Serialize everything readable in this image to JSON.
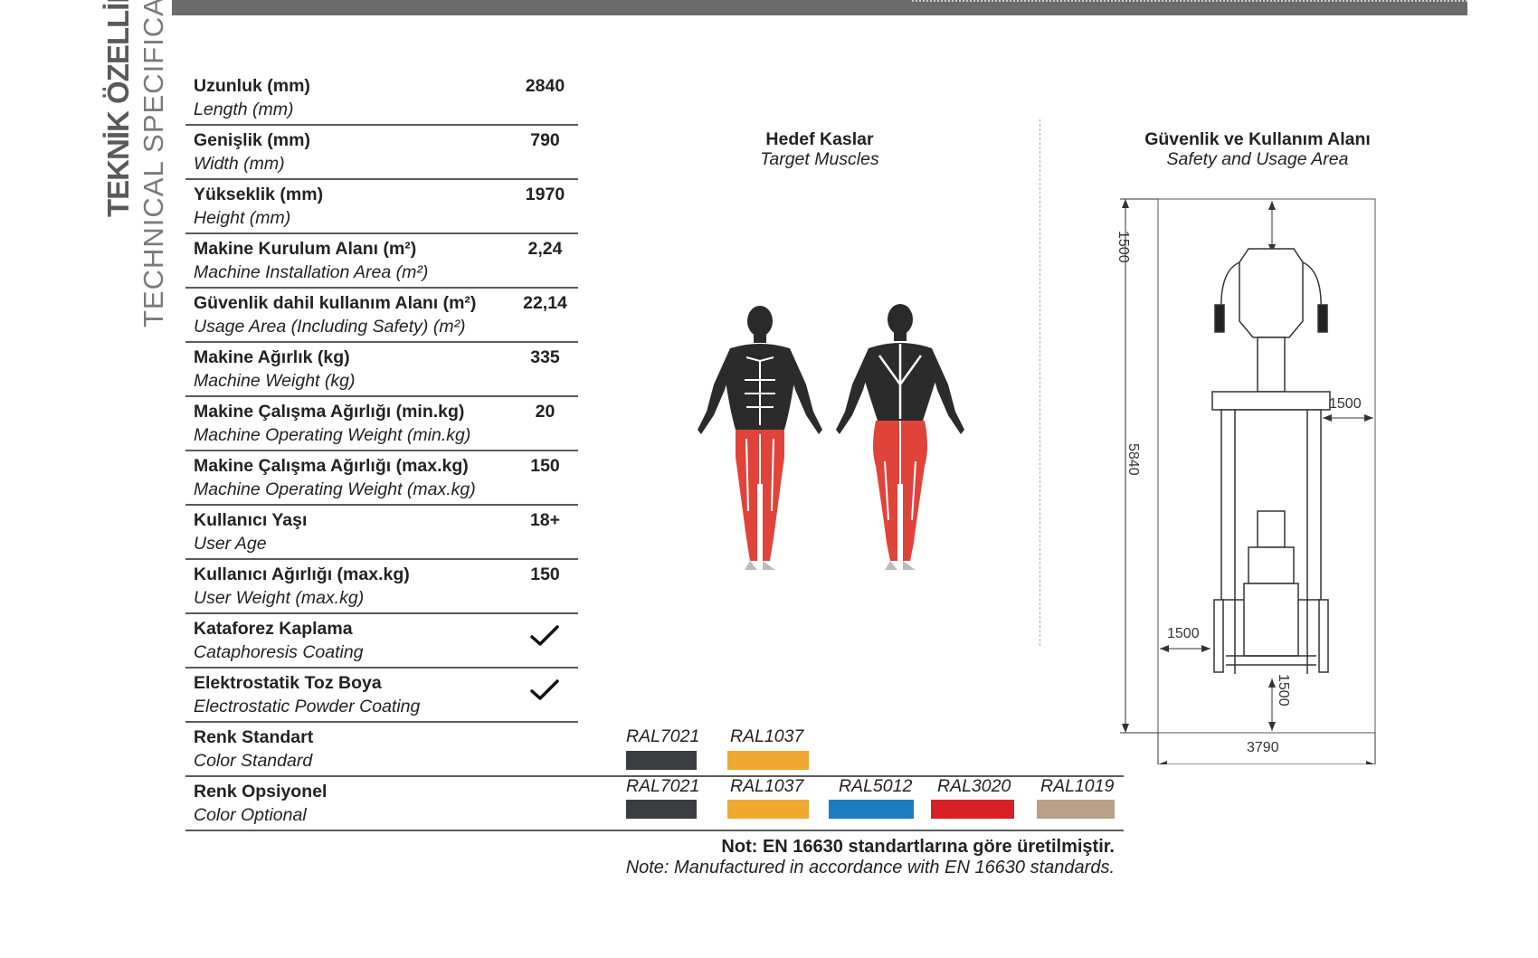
{
  "header": {
    "title_tr": "TEKNİK ÖZELLİKLER",
    "title_en": "TECHNICAL SPECIFICATIONS"
  },
  "specs": [
    {
      "tr": "Uzunluk (mm)",
      "en": "Length (mm)",
      "value": "2840"
    },
    {
      "tr": "Genişlik (mm)",
      "en": "Width (mm)",
      "value": "790"
    },
    {
      "tr": "Yükseklik (mm)",
      "en": "Height (mm)",
      "value": "1970"
    },
    {
      "tr": "Makine Kurulum Alanı (m²)",
      "en": "Machine Installation Area (m²)",
      "value": "2,24"
    },
    {
      "tr": "Güvenlik dahil kullanım Alanı (m²)",
      "en": "Usage Area (Including Safety) (m²)",
      "value": "22,14"
    },
    {
      "tr": "Makine Ağırlık (kg)",
      "en": "Machine Weight (kg)",
      "value": "335"
    },
    {
      "tr": "Makine Çalışma Ağırlığı (min.kg)",
      "en": "Machine Operating Weight (min.kg)",
      "value": "20"
    },
    {
      "tr": "Makine Çalışma Ağırlığı (max.kg)",
      "en": "Machine Operating Weight (max.kg)",
      "value": "150"
    },
    {
      "tr": "Kullanıcı Yaşı",
      "en": "User Age",
      "value": "18+"
    },
    {
      "tr": "Kullanıcı Ağırlığı (max.kg)",
      "en": "User Weight (max.kg)",
      "value": "150"
    },
    {
      "tr": "Kataforez Kaplama",
      "en": "Cataphoresis Coating",
      "value": ""
    },
    {
      "tr": "Elektrostatik Toz Boya",
      "en": "Electrostatic Powder Coating",
      "value": ""
    }
  ],
  "colors": {
    "standard": {
      "tr": "Renk Standart",
      "en": "Color Standard",
      "swatches": [
        {
          "name": "RAL7021",
          "hex": "#3b3d40"
        },
        {
          "name": "RAL1037",
          "hex": "#f0a830"
        }
      ]
    },
    "optional": {
      "tr": "Renk Opsiyonel",
      "en": "Color Optional",
      "swatches": [
        {
          "name": "RAL7021",
          "hex": "#3b3d40"
        },
        {
          "name": "RAL1037",
          "hex": "#f0a830"
        },
        {
          "name": "RAL5012",
          "hex": "#1a7dc2"
        },
        {
          "name": "RAL3020",
          "hex": "#d92027"
        },
        {
          "name": "RAL1019",
          "hex": "#b9a086"
        }
      ]
    }
  },
  "target_muscles": {
    "title": "Hedef Kaslar",
    "subtitle": "Target Muscles"
  },
  "safety_area": {
    "title": "Güvenlik ve Kullanım Alanı",
    "subtitle": "Safety and Usage Area",
    "dims": {
      "top": "1500",
      "right": "1500",
      "left": "1500",
      "bottom": "1500",
      "height": "5840",
      "width": "3790"
    }
  },
  "note": {
    "tr": "Not: EN 16630 standartlarına göre üretilmiştir.",
    "en": "Note: Manufactured in accordance with EN 16630 standards."
  }
}
